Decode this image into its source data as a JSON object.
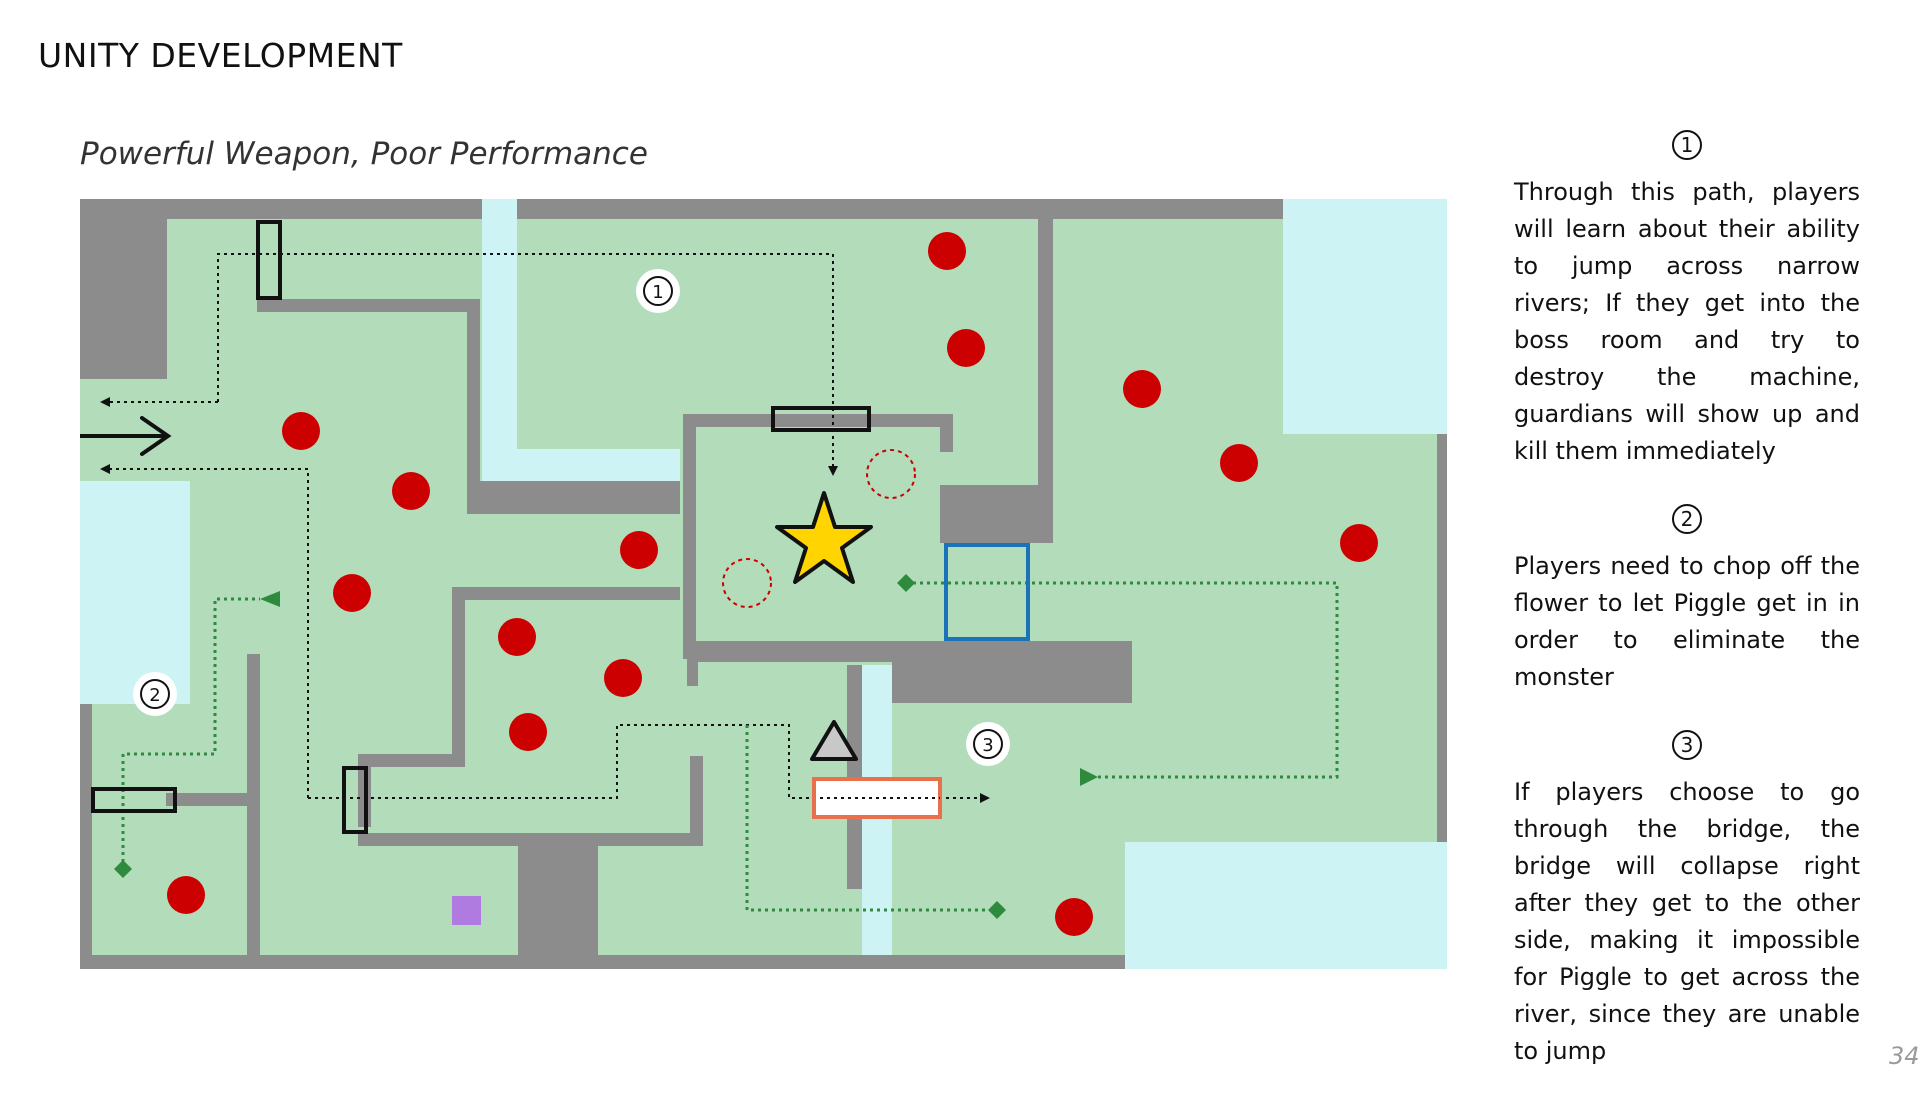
{
  "header": {
    "title": "UNITY DEVELOPMENT"
  },
  "subtitle": "Powerful Weapon, Poor Performance",
  "map": {
    "colors": {
      "floor": "#b2dcba",
      "wall": "#8c8c8c",
      "water": "#cdf3f5",
      "monster": "#cc0000",
      "goal_star": "#ffd400",
      "route": "#2e8b3e",
      "bridge": "#e8704a",
      "door": "#1a73b8",
      "item": "#b07be0"
    },
    "markers": [
      {
        "label": "①"
      },
      {
        "label": "②"
      },
      {
        "label": "③"
      }
    ]
  },
  "notes": [
    {
      "badge": "①",
      "text": "Through this path, players will learn about their ability to jump across narrow rivers; If they get into the boss room and try to destroy the machine, guardians will show up and kill them immediately"
    },
    {
      "badge": "②",
      "text": "Players need to chop off the flower to let Piggle get in in order to eliminate the monster"
    },
    {
      "badge": "③",
      "text": "If players choose to go through the bridge, the bridge will collapse right after they get to the other side, making it impossible for Piggle to get across the river, since they are unable to jump"
    }
  ],
  "page_number": "34"
}
